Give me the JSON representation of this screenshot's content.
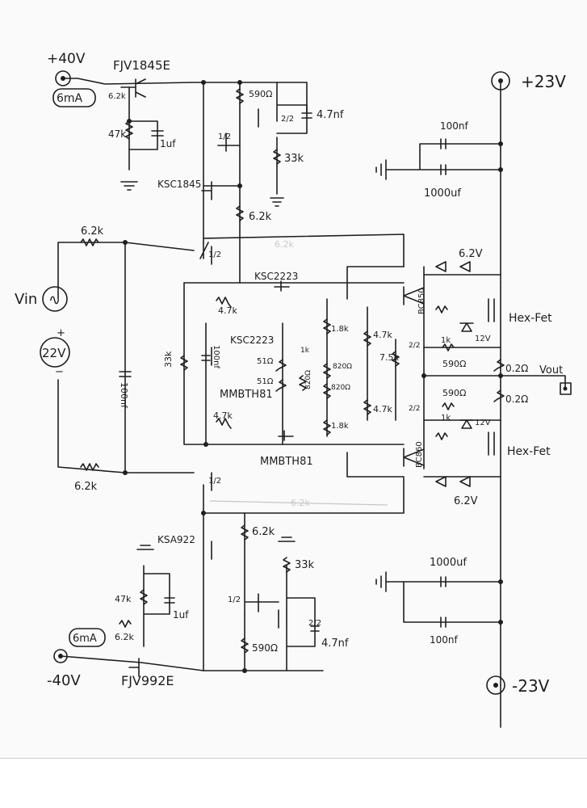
{
  "rails": {
    "pos40": "+40V",
    "neg40": "-40V",
    "pos23": "+23V",
    "neg23": "-23V",
    "vout": "Vout"
  },
  "source": {
    "vin": "Vin",
    "bias": "22V",
    "bias_plus": "+",
    "bias_minus": "−",
    "ac_symbol": "∿"
  },
  "ccs_top": {
    "transistor": "FJV1845E",
    "current": "6mA",
    "r_emitter": "6.2k",
    "r_bias": "47k",
    "cap": "1uf"
  },
  "ccs_bottom": {
    "transistor": "FJV992E",
    "current": "6mA",
    "r_emitter": "6.2k",
    "r_bias": "47k",
    "cap": "1uf",
    "driver": "KSA922"
  },
  "top_stage": {
    "driver": "KSC1845",
    "r590": "590Ω",
    "r33k": "33k",
    "cap": "4.7nf",
    "r62k": "6.2k",
    "half_a": "1/2",
    "half_b": "2/2",
    "half_c": "1/2"
  },
  "bottom_stage": {
    "r590": "590Ω",
    "r33k": "33k",
    "cap": "4.7nf",
    "r62k": "6.2k",
    "half_a": "1/2",
    "half_b": "2/2",
    "half_c": "1/2"
  },
  "input": {
    "r_top": "6.2k",
    "r_bottom": "6.2k",
    "cap": "100nf",
    "r_feedback": "33k",
    "cap_feedback": "100nf"
  },
  "vas": {
    "ksc_top": "KSC2223",
    "ksc_mid": "KSC2223",
    "mmbth_mid": "MMBTH81",
    "mmbth_low": "MMBTH81",
    "r47k_top": "4.7k",
    "r47k_low": "4.7k",
    "r18k_top": "1.8k",
    "r18k_low": "1.8k",
    "r51_a": "51Ω",
    "r51_b": "51Ω",
    "r820_a": "820Ω",
    "r820_b": "820Ω",
    "r820_c": "820Ω",
    "r1k": "1k"
  },
  "output": {
    "bc850": "BC850",
    "bc860": "BC860",
    "zener_top": "6.2V",
    "zener_bottom": "6.2V",
    "zener12_top": "12V",
    "zener12_bottom": "12V",
    "hexfet_top": "Hex-Fet",
    "hexfet_bottom": "Hex-Fet",
    "r47k_a": "4.7k",
    "r47k_b": "4.7k",
    "r75k": "7.5k",
    "r1k_a": "1k",
    "r1k_b": "1k",
    "r590_a": "590Ω",
    "r590_b": "590Ω",
    "r02_a": "0.2Ω",
    "r02_b": "0.2Ω",
    "half_a": "2/2",
    "half_b": "2/2"
  },
  "decoupling": {
    "top_small": "100nf",
    "top_big": "1000uf",
    "bottom_small": "100nf",
    "bottom_big": "1000uf"
  },
  "bleed_through": {
    "a": "6.2k",
    "b": "6.2k"
  }
}
